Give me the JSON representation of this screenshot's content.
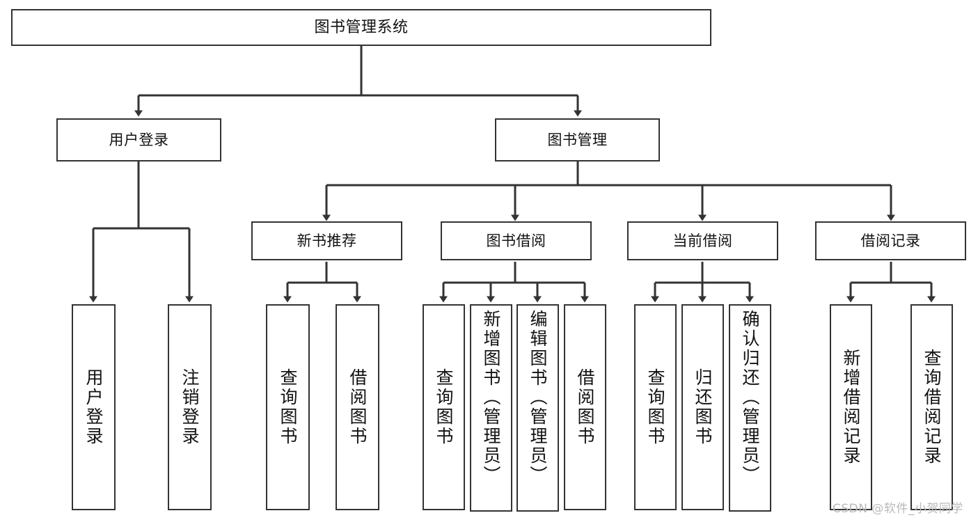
{
  "diagram": {
    "kind": "tree-structure-chart",
    "title": "图书管理系统",
    "watermark": "CSDN @软件_小贺同学",
    "colors": {
      "box_border": "#333333",
      "box_fill": "#ffffff",
      "connector": "#333333",
      "text": "#111111",
      "watermark": "#b9b9b9",
      "background": "#ffffff"
    },
    "nodes": {
      "root": {
        "label": "图书管理系统"
      },
      "level2": [
        {
          "id": "user-login",
          "label": "用户登录"
        },
        {
          "id": "book-management",
          "label": "图书管理"
        }
      ],
      "level3": [
        {
          "id": "new-book-recommend",
          "label": "新书推荐"
        },
        {
          "id": "book-borrow",
          "label": "图书借阅"
        },
        {
          "id": "current-borrow",
          "label": "当前借阅"
        },
        {
          "id": "borrow-record",
          "label": "借阅记录"
        }
      ],
      "leaves": {
        "user-login": [
          {
            "id": "leaf-user-login",
            "label": "用户登录"
          },
          {
            "id": "leaf-logout-login",
            "label": "注销登录"
          }
        ],
        "new-book-recommend": [
          {
            "id": "leaf-query-books-1",
            "label": "查询图书"
          },
          {
            "id": "leaf-borrow-books-1",
            "label": "借阅图书"
          }
        ],
        "book-borrow": [
          {
            "id": "leaf-query-books-2",
            "label": "查询图书"
          },
          {
            "id": "leaf-add-book-admin",
            "label": "新增图书（管理员）"
          },
          {
            "id": "leaf-edit-book-admin",
            "label": "编辑图书（管理员）"
          },
          {
            "id": "leaf-borrow-books-2",
            "label": "借阅图书"
          }
        ],
        "current-borrow": [
          {
            "id": "leaf-query-books-3",
            "label": "查询图书"
          },
          {
            "id": "leaf-return-books",
            "label": "归还图书"
          },
          {
            "id": "leaf-confirm-return-admin",
            "label": "确认归还（管理员）"
          }
        ],
        "borrow-record": [
          {
            "id": "leaf-add-borrow-record",
            "label": "新增借阅记录"
          },
          {
            "id": "leaf-query-borrow-record",
            "label": "查询借阅记录"
          }
        ]
      }
    }
  }
}
